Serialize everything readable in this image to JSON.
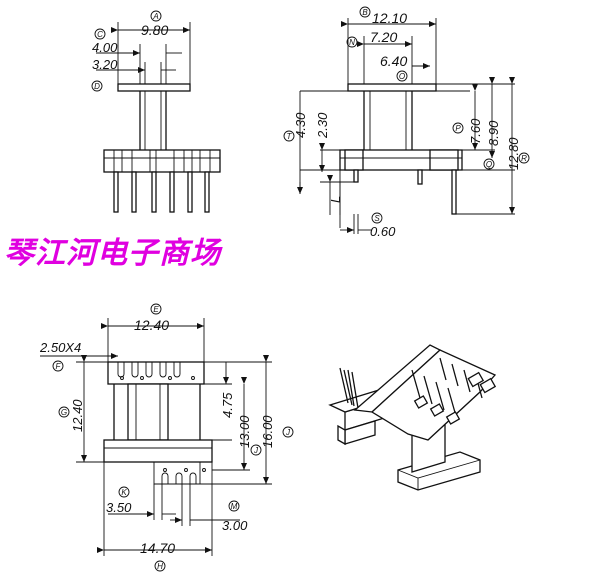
{
  "watermark": "琴江河电子商场",
  "top_left_view": {
    "A": {
      "letter": "A",
      "value": "9.80"
    },
    "C": {
      "letter": "C",
      "value": "4.00"
    },
    "D": {
      "letter": "D",
      "value": "3.20"
    }
  },
  "top_right_view": {
    "B": {
      "letter": "B",
      "value": "12.10"
    },
    "N": {
      "letter": "N",
      "value": "7.20"
    },
    "O": {
      "letter": "O",
      "value": "6.40"
    },
    "T": {
      "letter": "T",
      "value": "4.30"
    },
    "T2": {
      "value": "2.30"
    },
    "P": {
      "letter": "P",
      "value": "7.60"
    },
    "Q": {
      "letter": "Q",
      "value": "8.90"
    },
    "R": {
      "letter": "R",
      "value": "12.80"
    },
    "L": {
      "value": "L"
    },
    "S": {
      "letter": "S",
      "value": "0.60"
    }
  },
  "bottom_left_view": {
    "E": {
      "letter": "E",
      "value": "12.40"
    },
    "F": {
      "letter": "F",
      "value": "2.50X4"
    },
    "G": {
      "letter": "G",
      "value": "12.40"
    },
    "I": {
      "value": "4.75"
    },
    "J": {
      "letter": "J",
      "value": "13.00"
    },
    "J2": {
      "letter": "J",
      "value": "16.00"
    },
    "K": {
      "letter": "K",
      "value": "3.50"
    },
    "M": {
      "letter": "M",
      "value": "3.00"
    },
    "H": {
      "letter": "H",
      "value": "14.70"
    }
  }
}
